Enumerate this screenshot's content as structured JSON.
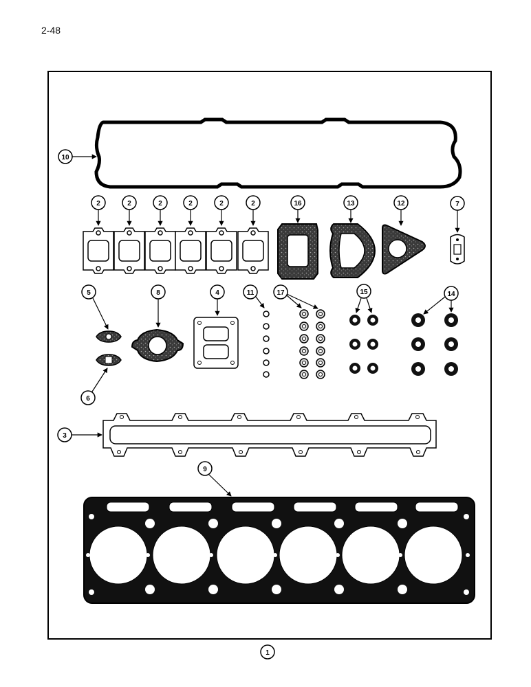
{
  "page": {
    "number": "2-48"
  },
  "callouts": {
    "c1": "1",
    "c2": "2",
    "c3": "3",
    "c4": "4",
    "c5": "5",
    "c6": "6",
    "c7": "7",
    "c8": "8",
    "c9": "9",
    "c10": "10",
    "c11": "11",
    "c12": "12",
    "c13": "13",
    "c14": "14",
    "c15": "15",
    "c16": "16",
    "c17": "17"
  }
}
